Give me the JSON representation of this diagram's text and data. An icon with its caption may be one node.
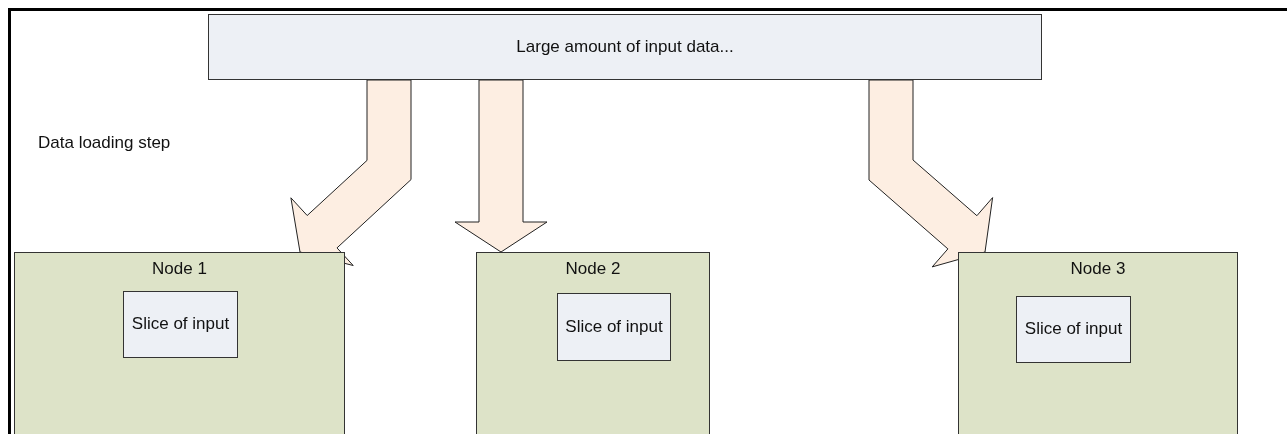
{
  "diagram": {
    "nodes": [
      {
        "text": [
          "Large amount of input data..."
        ]
      },
      {
        "text": [
          "Node 1"
        ]
      },
      {
        "text": [
          "Slice of input"
        ],
        "in": 1
      },
      {
        "text": [
          "Node 2"
        ]
      },
      {
        "text": [
          "Slice of input"
        ],
        "in": 3
      },
      {
        "text": [
          "Node 3"
        ]
      },
      {
        "text": [
          "Slice of input"
        ],
        "in": 5
      }
    ],
    "edges": [
      {
        "from": 0,
        "to": 1,
        "arrow": "to",
        "style": "thick"
      },
      {
        "from": 0,
        "to": 3,
        "arrow": "to",
        "style": "thick"
      },
      {
        "from": 0,
        "to": 5,
        "arrow": "to",
        "style": "thick"
      }
    ],
    "labels": [
      "Data loading step"
    ]
  }
}
